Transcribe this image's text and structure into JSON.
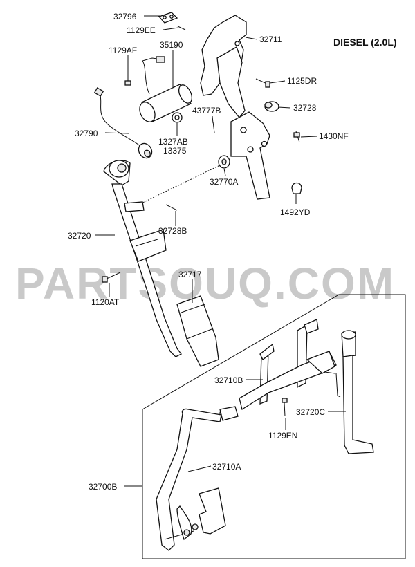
{
  "diagram": {
    "variant": "DIESEL (2.0L)",
    "watermark": "PARTSOUQ.COM",
    "labels": {
      "p32796": "32796",
      "p1129EE": "1129EE",
      "p32711": "32711",
      "p1129AF": "1129AF",
      "p35190": "35190",
      "p1125DR": "1125DR",
      "p32728": "32728",
      "p43777B": "43777B",
      "p32790": "32790",
      "p1327AB": "1327AB",
      "p13375": "13375",
      "p1430NF": "1430NF",
      "p32770A": "32770A",
      "p1492YD": "1492YD",
      "p32720": "32720",
      "p32728B": "32728B",
      "p32717": "32717",
      "p1120AT": "1120AT",
      "p32710B": "32710B",
      "p32720C": "32720C",
      "p1129EN": "1129EN",
      "p32710A": "32710A",
      "p32700B": "32700B"
    }
  }
}
